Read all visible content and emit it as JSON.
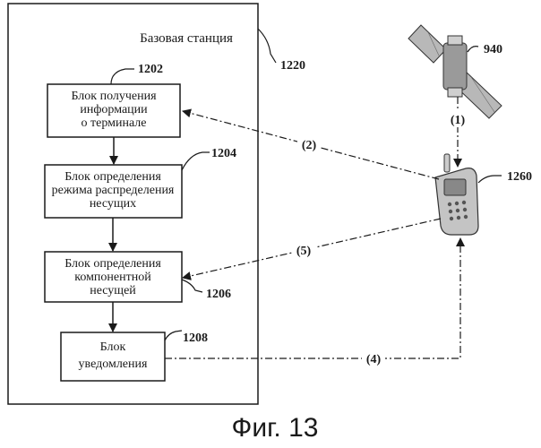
{
  "base_station": {
    "title": "Базовая станция",
    "ref": "1220"
  },
  "blocks": [
    {
      "ref": "1202",
      "lines": [
        "Блок получения",
        "информации",
        "о терминале"
      ]
    },
    {
      "ref": "1204",
      "lines": [
        "Блок определения",
        "режима распределения",
        "несущих"
      ]
    },
    {
      "ref": "1206",
      "lines": [
        "Блок определения",
        "компонентной",
        "несущей"
      ]
    },
    {
      "ref": "1208",
      "lines": [
        "Блок",
        "уведомления"
      ]
    }
  ],
  "satellite": {
    "ref": "940"
  },
  "terminal": {
    "ref": "1260"
  },
  "links": {
    "l1": "(1)",
    "l2": "(2)",
    "l4": "(4)",
    "l5": "(5)"
  },
  "caption": "Фиг. 13"
}
